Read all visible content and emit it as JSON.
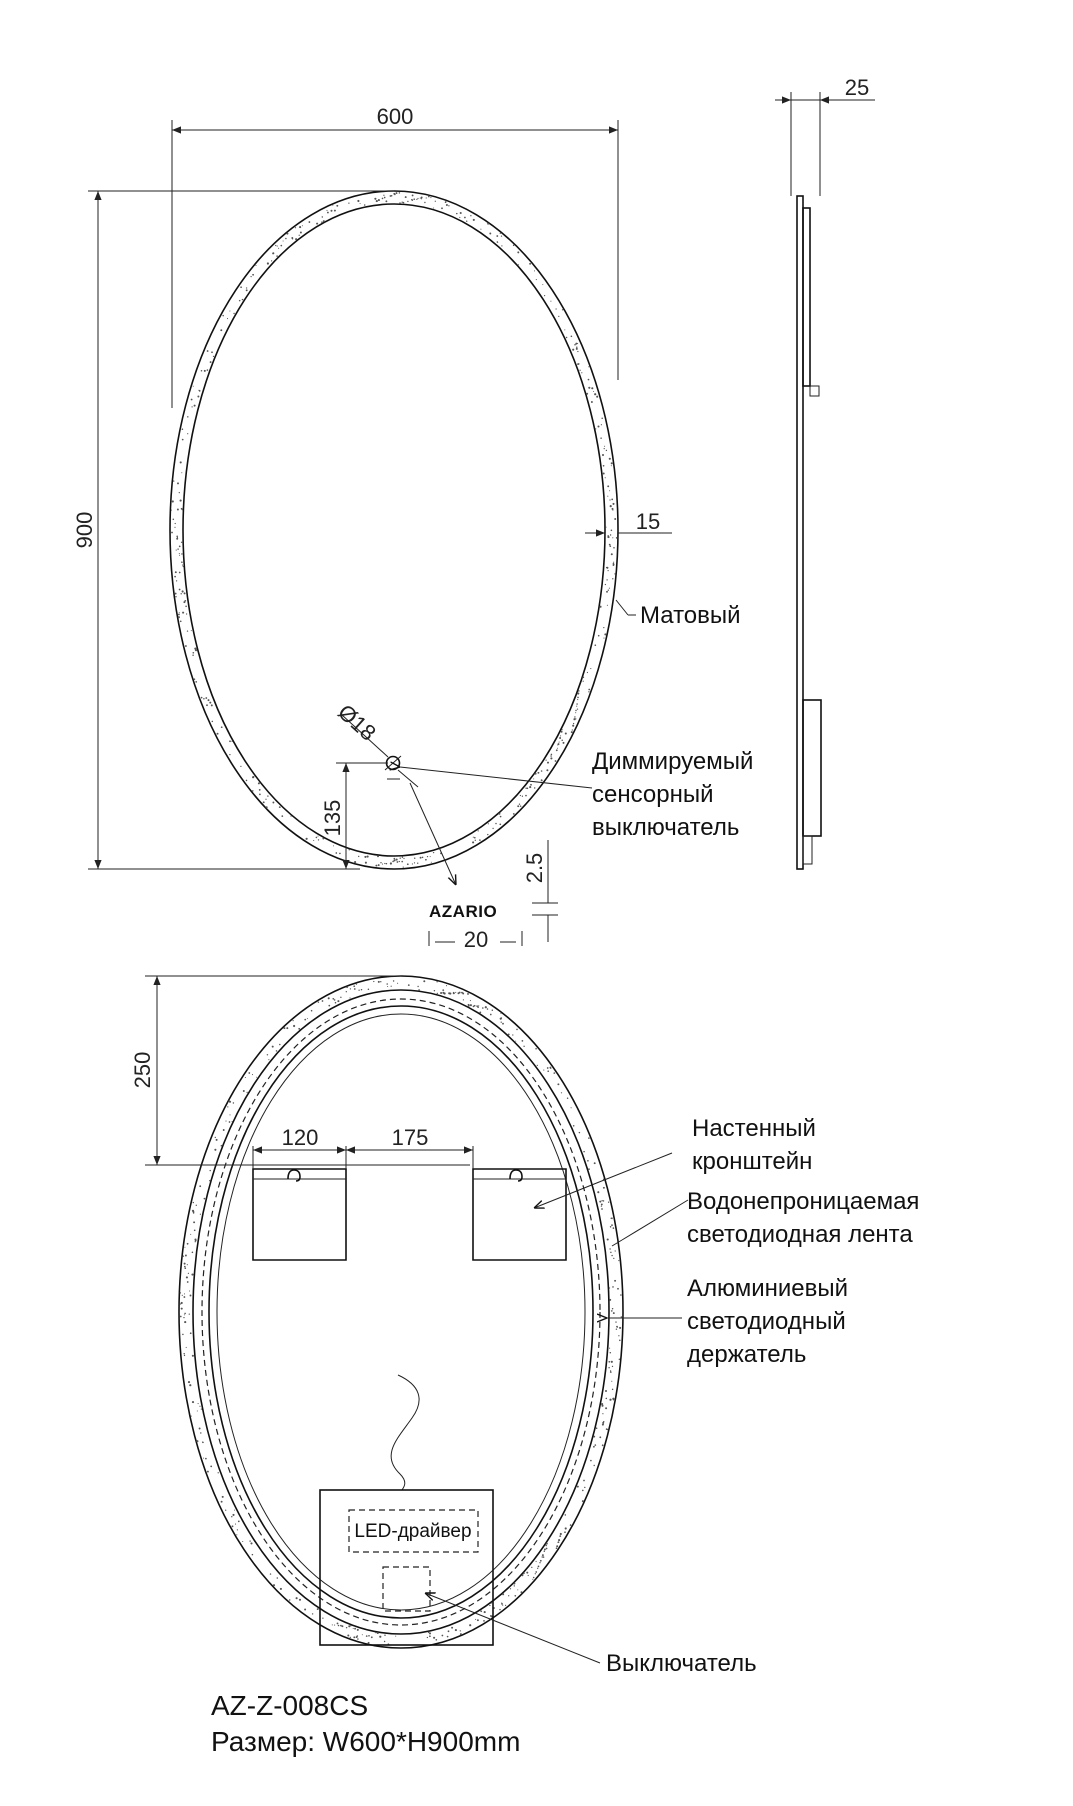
{
  "dimensions": {
    "width": "600",
    "height": "900",
    "depth": "25",
    "frame": "15",
    "switch_diameter": "Ø18",
    "switch_height": "135",
    "logo_height": "2.5",
    "logo_width": "20",
    "bracket_top": "250",
    "bracket_left": "120",
    "bracket_gap": "175"
  },
  "logo": "AZARIO",
  "labels": {
    "matte": "Матовый",
    "dimmer_switch": [
      "Диммируемый",
      "сенсорный",
      "выключатель"
    ],
    "wall_bracket": [
      "Настенный",
      "кронштейн"
    ],
    "led_strip": [
      "Водонепроницаемая",
      "светодиодная лента"
    ],
    "aluminium_holder": [
      "Алюминиевый",
      "светодиодный",
      "держатель"
    ],
    "led_driver": "LED-драйвер",
    "switch": "Выключатель"
  },
  "footer": {
    "model": "AZ-Z-008CS",
    "size": "Размер: W600*H900mm"
  }
}
